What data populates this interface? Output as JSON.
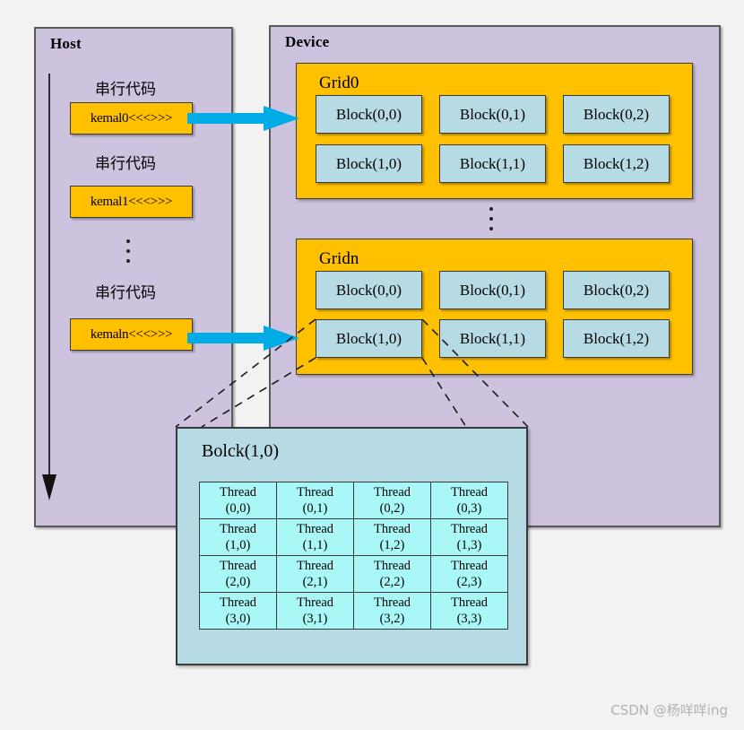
{
  "host": {
    "title": "Host",
    "serial_label_1": "串行代码",
    "serial_label_2": "串行代码",
    "serial_label_3": "串行代码",
    "kernels": [
      {
        "label": "kemal0<<<>>>"
      },
      {
        "label": "kemal1<<<>>>"
      },
      {
        "label": "kemaln<<<>>>"
      }
    ],
    "flow_arrow_icon": "down-arrow-icon",
    "ellipsis_icon": "vertical-ellipsis-icon"
  },
  "device": {
    "title": "Device",
    "ellipsis_icon": "vertical-ellipsis-icon",
    "grids": [
      {
        "title": "Grid0",
        "blocks": [
          "Block(0,0)",
          "Block(0,1)",
          "Block(0,2)",
          "Block(1,0)",
          "Block(1,1)",
          "Block(1,2)"
        ]
      },
      {
        "title": "Gridn",
        "blocks": [
          "Block(0,0)",
          "Block(0,1)",
          "Block(0,2)",
          "Block(1,0)",
          "Block(1,1)",
          "Block(1,2)"
        ]
      }
    ]
  },
  "launch_arrows": [
    {
      "icon": "right-arrow-icon",
      "from": "kemal0<<<>>>",
      "to": "Grid0"
    },
    {
      "icon": "right-arrow-icon",
      "from": "kemaln<<<>>>",
      "to": "Gridn"
    }
  ],
  "detail": {
    "title": "Bolck(1,0)",
    "threads": [
      [
        {
          "name": "Thread",
          "index": "(0,0)"
        },
        {
          "name": "Thread",
          "index": "(0,1)"
        },
        {
          "name": "Thread",
          "index": "(0,2)"
        },
        {
          "name": "Thread",
          "index": "(0,3)"
        }
      ],
      [
        {
          "name": "Thread",
          "index": "(1,0)"
        },
        {
          "name": "Thread",
          "index": "(1,1)"
        },
        {
          "name": "Thread",
          "index": "(1,2)"
        },
        {
          "name": "Thread",
          "index": "(1,3)"
        }
      ],
      [
        {
          "name": "Thread",
          "index": "(2,0)"
        },
        {
          "name": "Thread",
          "index": "(2,1)"
        },
        {
          "name": "Thread",
          "index": "(2,2)"
        },
        {
          "name": "Thread",
          "index": "(2,3)"
        }
      ],
      [
        {
          "name": "Thread",
          "index": "(3,0)"
        },
        {
          "name": "Thread",
          "index": "(3,1)"
        },
        {
          "name": "Thread",
          "index": "(3,2)"
        },
        {
          "name": "Thread",
          "index": "(3,3)"
        }
      ]
    ]
  },
  "watermark": {
    "text": "CSDN @杨咩咩ing"
  },
  "colors": {
    "panel_fill": "#cdc3de",
    "grid_fill": "#ffc000",
    "block_fill": "#b6dbe4",
    "thread_fill": "#aaf7f7",
    "arrow_blue": "#00ace6",
    "page_background": "#f2f2f2",
    "stroke": "#3a3a3a"
  }
}
